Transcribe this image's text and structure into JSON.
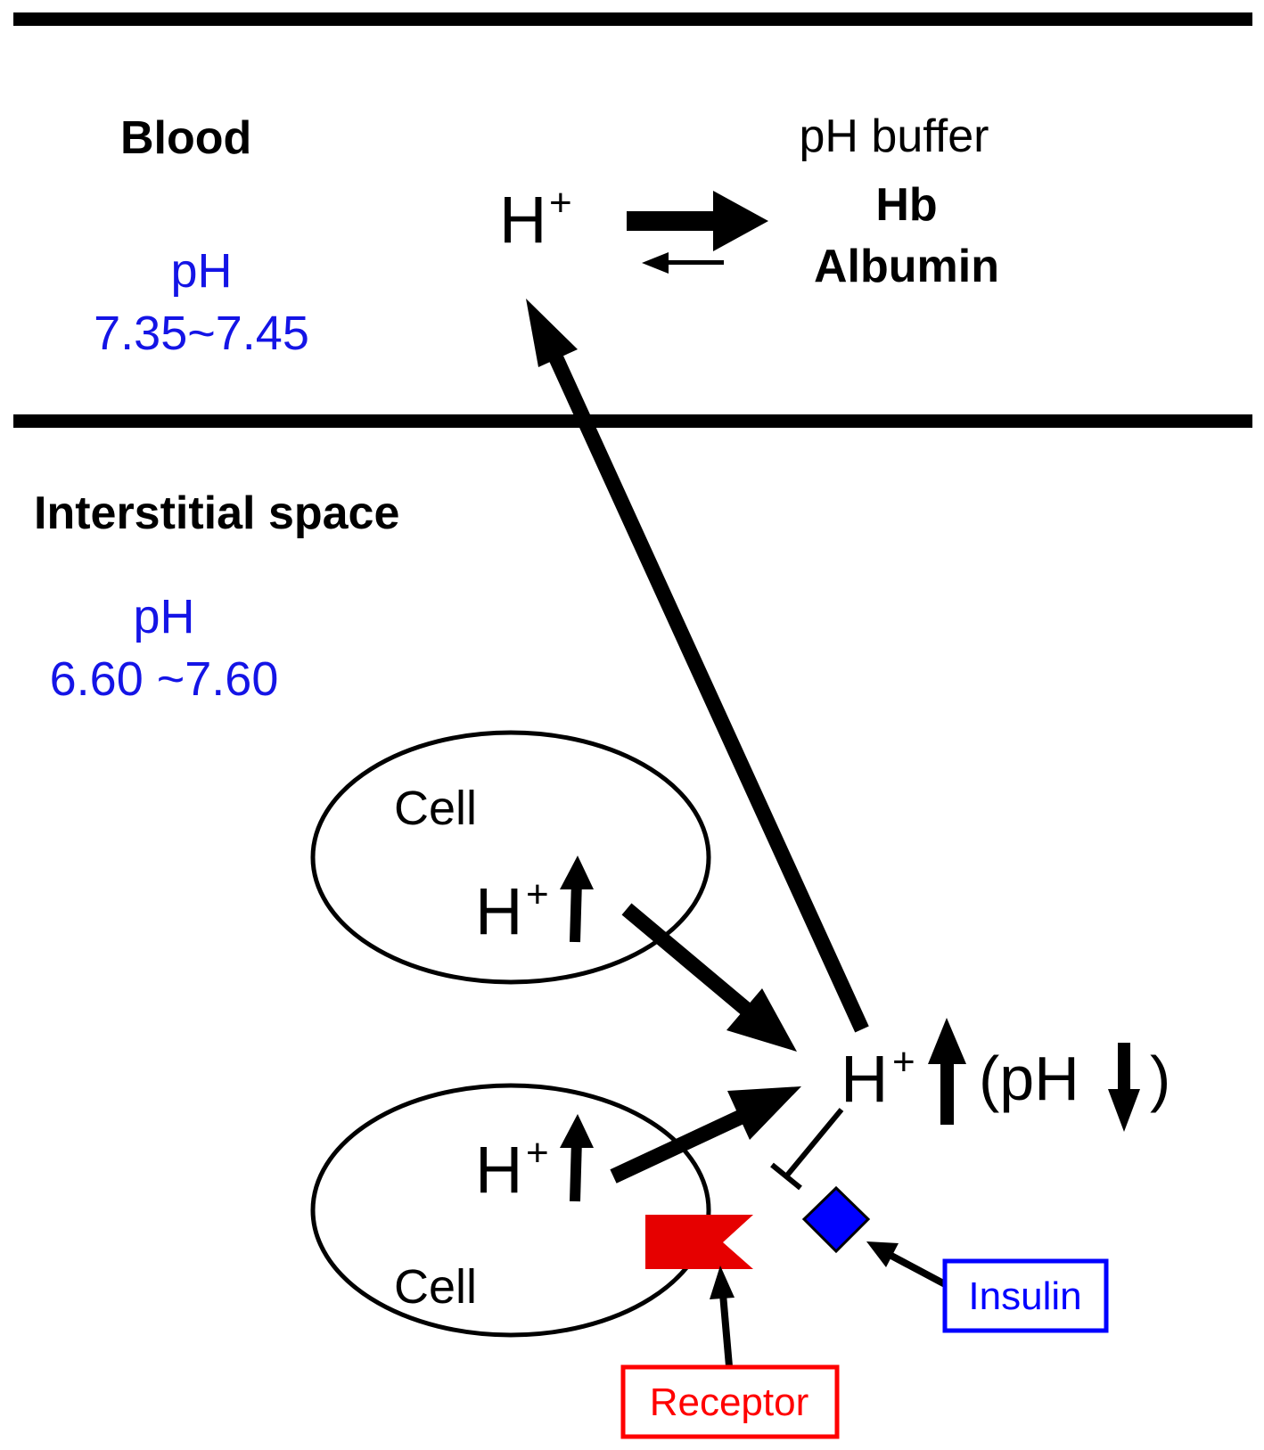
{
  "blood": {
    "title": "Blood",
    "ph_label": "pH",
    "ph_range": "7.35~7.45"
  },
  "buffer": {
    "title": "pH buffer",
    "item1": "Hb",
    "item2": "Albumin"
  },
  "ion": {
    "base": "H",
    "charge": "+"
  },
  "interstitial": {
    "title": "Interstitial space",
    "ph_label": "pH",
    "ph_range": "6.60 ~7.60"
  },
  "cells": {
    "upper_label": "Cell",
    "lower_label": "Cell"
  },
  "result": {
    "ph_open": "(pH",
    "ph_close": ")"
  },
  "legend": {
    "insulin": "Insulin",
    "receptor": "Receptor"
  },
  "colors": {
    "text": "#000000",
    "ph_text": "#1414e6",
    "insulin": "#0000ff",
    "receptor": "#ff0000"
  }
}
